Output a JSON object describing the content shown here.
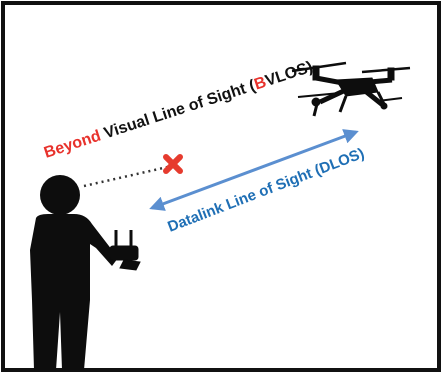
{
  "diagram": {
    "title_segments": [
      {
        "text": "Beyond",
        "color": "#e8322c"
      },
      {
        "text": " Visual Line of Sight (",
        "color": "#111111"
      },
      {
        "text": "B",
        "color": "#e8322c"
      },
      {
        "text": "VLOS)",
        "color": "#111111"
      }
    ],
    "dlos_label": "Datalink Line of Sight (DLOS)",
    "colors": {
      "frame": "#111111",
      "figure": "#0d0d0d",
      "dlos_text": "#1f6fb5",
      "dlos_arrow": "#5b8fd0",
      "blocked_marker": "#e63b2e",
      "dotted_line": "#333333"
    },
    "icons": [
      "person-operator-icon",
      "remote-controller-icon",
      "drone-icon",
      "blocked-x-icon",
      "double-arrow-icon"
    ]
  }
}
